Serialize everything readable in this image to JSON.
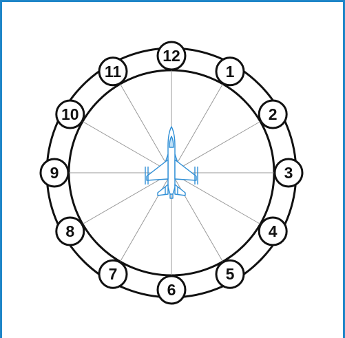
{
  "diagram": {
    "hour_labels": [
      "12",
      "1",
      "2",
      "3",
      "4",
      "5",
      "6",
      "7",
      "8",
      "9",
      "10",
      "11"
    ],
    "aircraft_icon": "fighter-jet-icon",
    "colors": {
      "frame": "#1f86c8",
      "aircraft": "#2f8fd6",
      "ring": "#111111",
      "spokes": "#999999",
      "badge_fill": "#ffffff"
    }
  }
}
